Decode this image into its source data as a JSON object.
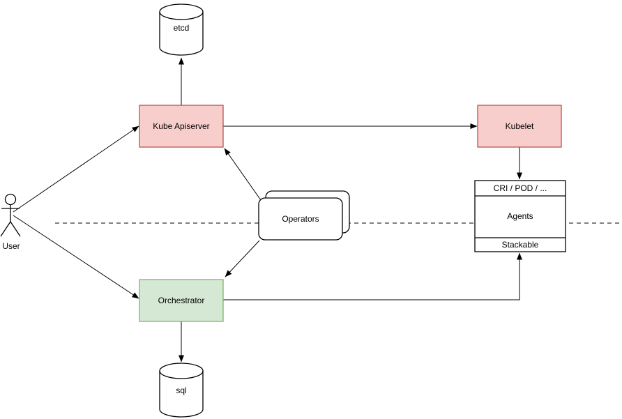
{
  "diagram": {
    "nodes": {
      "etcd": {
        "label": "etcd",
        "shape": "cylinder"
      },
      "kube_apiserver": {
        "label": "Kube Apiserver",
        "shape": "rectangle"
      },
      "kubelet": {
        "label": "Kubelet",
        "shape": "rectangle"
      },
      "operators": {
        "label": "Operators",
        "shape": "stacked-rounded-rectangle"
      },
      "orchestrator": {
        "label": "Orchestrator",
        "shape": "rectangle"
      },
      "agents": {
        "header": "CRI / POD / ...",
        "body": "Agents",
        "footer": "Stackable",
        "shape": "stacked-box"
      },
      "sql": {
        "label": "sql",
        "shape": "cylinder"
      },
      "user": {
        "label": "User",
        "shape": "actor"
      }
    },
    "colors": {
      "red_fill": "#f8cecc",
      "red_stroke": "#b85450",
      "green_fill": "#d5e8d4",
      "green_stroke": "#82b366",
      "white_fill": "#ffffff",
      "line": "#000000"
    },
    "edges": [
      {
        "from": "kube_apiserver",
        "to": "etcd"
      },
      {
        "from": "user",
        "to": "kube_apiserver"
      },
      {
        "from": "user",
        "to": "orchestrator"
      },
      {
        "from": "kube_apiserver",
        "to": "kubelet"
      },
      {
        "from": "operators",
        "to": "kube_apiserver"
      },
      {
        "from": "operators",
        "to": "orchestrator"
      },
      {
        "from": "kubelet",
        "to": "agents"
      },
      {
        "from": "orchestrator",
        "to": "agents"
      },
      {
        "from": "orchestrator",
        "to": "sql"
      }
    ]
  }
}
